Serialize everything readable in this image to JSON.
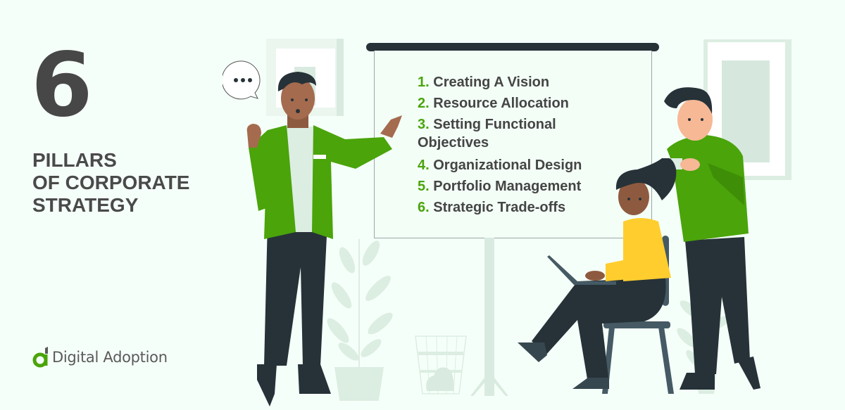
{
  "title": {
    "number": "6",
    "lines": [
      "PILLARS",
      "OF CORPORATE",
      "STRATEGY"
    ]
  },
  "pillars": [
    {
      "num": "1.",
      "label": "Creating A Vision"
    },
    {
      "num": "2.",
      "label": "Resource Allocation"
    },
    {
      "num": "3.",
      "label": "Setting Functional",
      "label_cont": "Objectives"
    },
    {
      "num": "4.",
      "label": "Organizational Design"
    },
    {
      "num": "5.",
      "label": "Portfolio Management"
    },
    {
      "num": "6.",
      "label": "Strategic Trade-offs"
    }
  ],
  "brand": {
    "name": "Digital Adoption",
    "icon": "digital-adoption-logo-icon"
  },
  "illustration": {
    "speech_bubble": "...",
    "icons": [
      "speech-bubble-icon",
      "presenter-figure",
      "whiteboard",
      "seated-woman-laptop",
      "standing-man-mug",
      "plant-icon",
      "waste-basket-icon",
      "picture-frame"
    ]
  },
  "colors": {
    "background": "#F5FFF9",
    "accent_green": "#4AA40A",
    "text_dark": "#454545",
    "board_bar": "#263238",
    "yellow": "#FFCE2E",
    "decor_light": "#D9EBE0"
  }
}
